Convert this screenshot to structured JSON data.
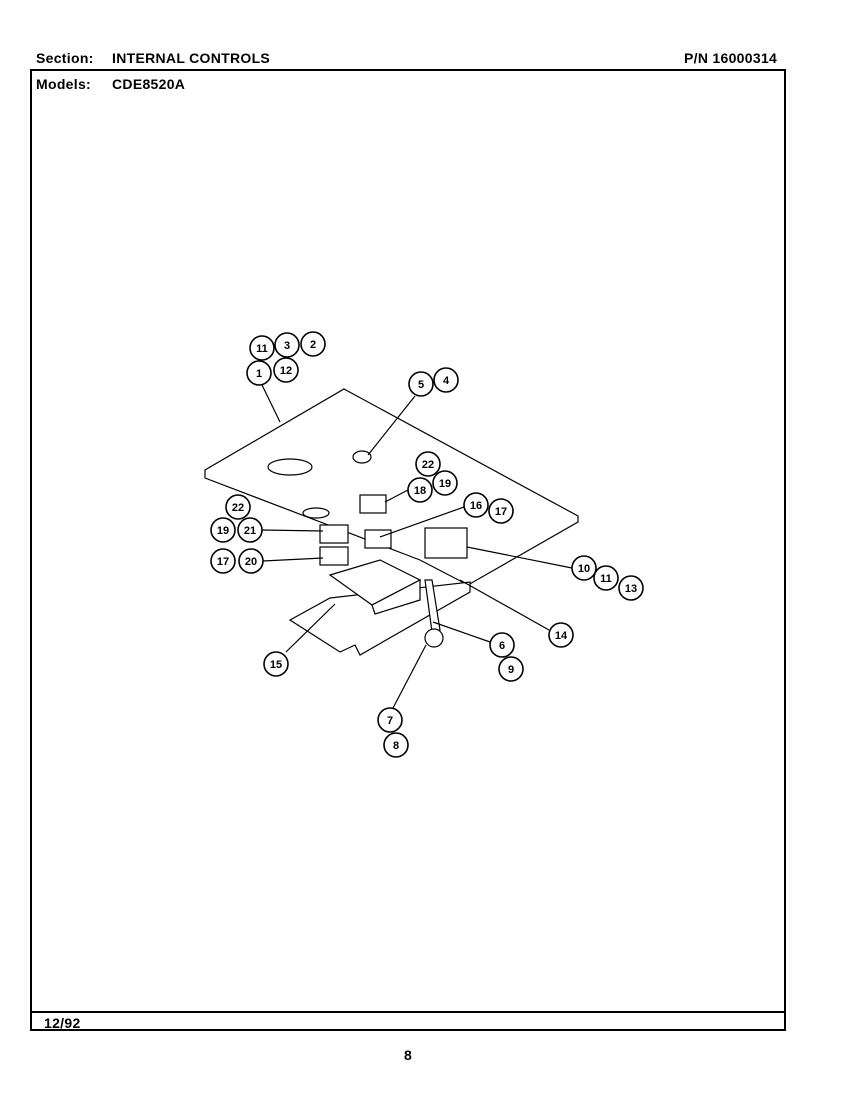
{
  "header": {
    "section_label": "Section:",
    "section_value": "INTERNAL CONTROLS",
    "part_number": "P/N 16000314",
    "models_label": "Models:",
    "models_value": "CDE8520A"
  },
  "footer": {
    "date": "12/92",
    "page_number": "8"
  },
  "diagram": {
    "callouts": [
      "11",
      "3",
      "2",
      "1",
      "12",
      "5",
      "4",
      "22",
      "19",
      "18",
      "16",
      "17",
      "22",
      "19",
      "21",
      "17",
      "20",
      "10",
      "11",
      "13",
      "14",
      "6",
      "9",
      "15",
      "7",
      "8"
    ]
  }
}
